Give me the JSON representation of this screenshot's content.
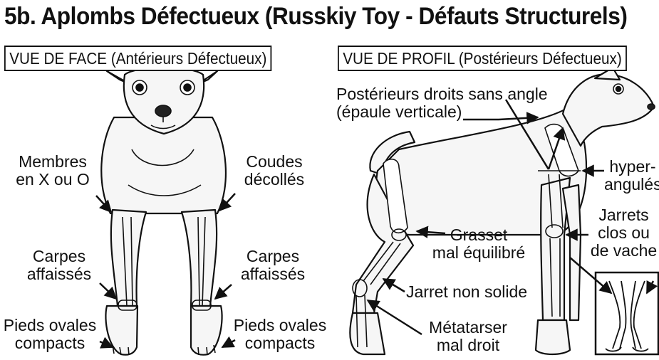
{
  "title": "5b. Aplombs Défectueux (Russkiy Toy - Défauts Structurels)",
  "front": {
    "panel_label": "VUE DE FACE (Antérieurs Défectueux)",
    "labels": {
      "membres_l1": "Membres",
      "membres_l2": "en X ou O",
      "coudes_l1": "Coudes",
      "coudes_l2": "décollés",
      "carpes_left_l1": "Carpes",
      "carpes_left_l2": "affaissés",
      "carpes_right_l1": "Carpes",
      "carpes_right_l2": "affaissés",
      "pieds_left_l1": "Pieds ovales",
      "pieds_left_l2": "compacts",
      "pieds_right_l1": "Pieds ovales",
      "pieds_right_l2": "compacts"
    }
  },
  "profile": {
    "panel_label": "VUE DE PROFIL (Postérieurs Défectueux)",
    "labels": {
      "posterieurs_l1": "Postérieurs droits sans angle",
      "posterieurs_l2": "(épaule verticale)",
      "hyper_l1": "hyper-",
      "hyper_l2": "angulés",
      "jarrets_l1": "Jarrets",
      "jarrets_l2": "clos ou",
      "jarrets_l3": "de vache",
      "grasset_l1": "Grasset",
      "grasset_l2": "mal équilibré",
      "jarret_solide": "Jarret non solide",
      "metatarser_l1": "Métatarser",
      "metatarser_l2": "mal droit"
    }
  }
}
